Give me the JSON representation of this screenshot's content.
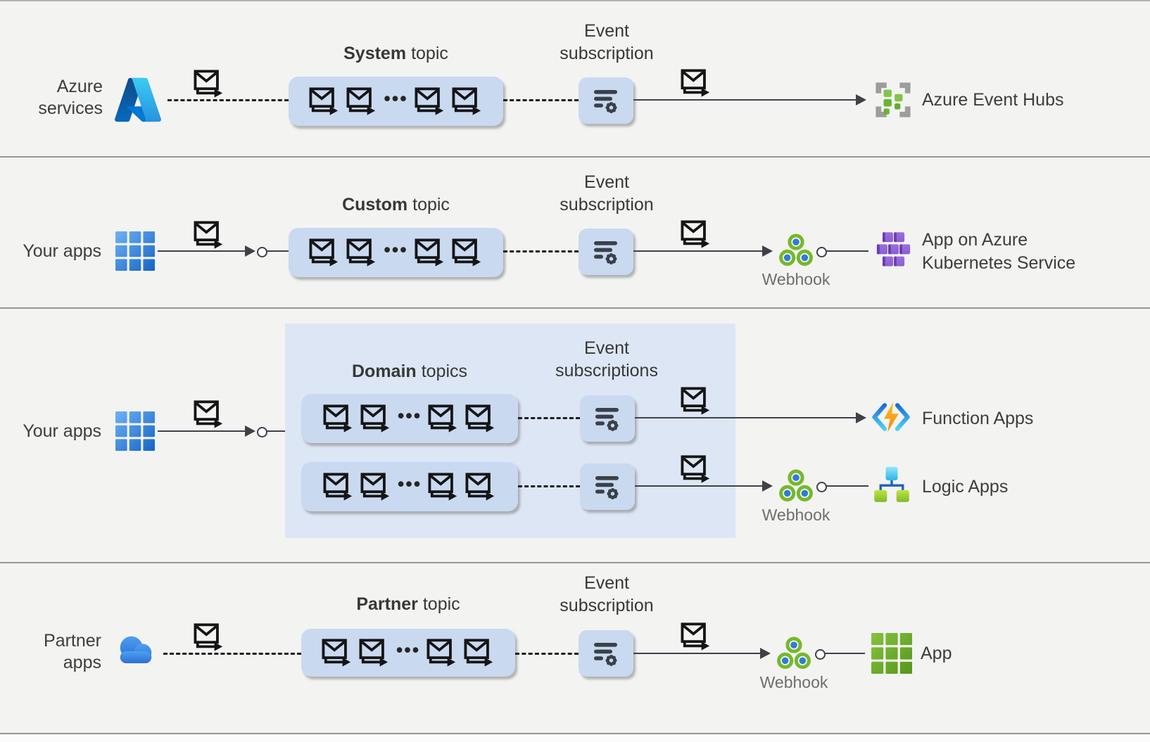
{
  "colors": {
    "background": "#f3f3f2",
    "topic_box": "#c9d9f0",
    "domain_panel": "#dde6f4",
    "text": "#3d3d3d",
    "webhook_green": "#76b82a",
    "webhook_dot_blue": "#2f7cd6",
    "line": "#3e4247"
  },
  "icons": {
    "source_row1": "azure-logo-icon",
    "source_row2": "blue-app-grid-icon",
    "source_row3": "blue-app-grid-icon",
    "source_row4": "cloud-icon",
    "message": "envelope-arrow-icon",
    "subscription": "filter-gear-icon",
    "webhook": "webhook-icon",
    "target_row1": "event-hubs-icon",
    "target_row2": "kubernetes-icon",
    "target_row3a": "function-apps-icon",
    "target_row3b": "logic-apps-icon",
    "target_row4": "green-app-grid-icon"
  },
  "rows": [
    {
      "source": {
        "label": "Azure services"
      },
      "topic": {
        "title_bold": "System",
        "title_rest": "topic",
        "ellipsis": "•••"
      },
      "subscription": {
        "title": "Event subscription"
      },
      "target": {
        "label": "Azure Event Hubs"
      }
    },
    {
      "source": {
        "label": "Your apps"
      },
      "topic": {
        "title_bold": "Custom",
        "title_rest": "topic",
        "ellipsis": "•••"
      },
      "subscription": {
        "title": "Event subscription"
      },
      "webhook": {
        "label": "Webhook"
      },
      "target": {
        "label": "App on Azure Kubernetes Service"
      }
    },
    {
      "source": {
        "label": "Your apps"
      },
      "panel": {
        "title_bold": "Domain",
        "title_rest": "topics",
        "subscriptions_title": "Event subscriptions",
        "ellipsis": "•••"
      },
      "branches": [
        {
          "target": {
            "label": "Function Apps"
          }
        },
        {
          "webhook": {
            "label": "Webhook"
          },
          "target": {
            "label": "Logic Apps"
          }
        }
      ]
    },
    {
      "source": {
        "label": "Partner apps"
      },
      "topic": {
        "title_bold": "Partner",
        "title_rest": "topic",
        "ellipsis": "•••"
      },
      "subscription": {
        "title": "Event subscription"
      },
      "webhook": {
        "label": "Webhook"
      },
      "target": {
        "label": "App"
      }
    }
  ]
}
